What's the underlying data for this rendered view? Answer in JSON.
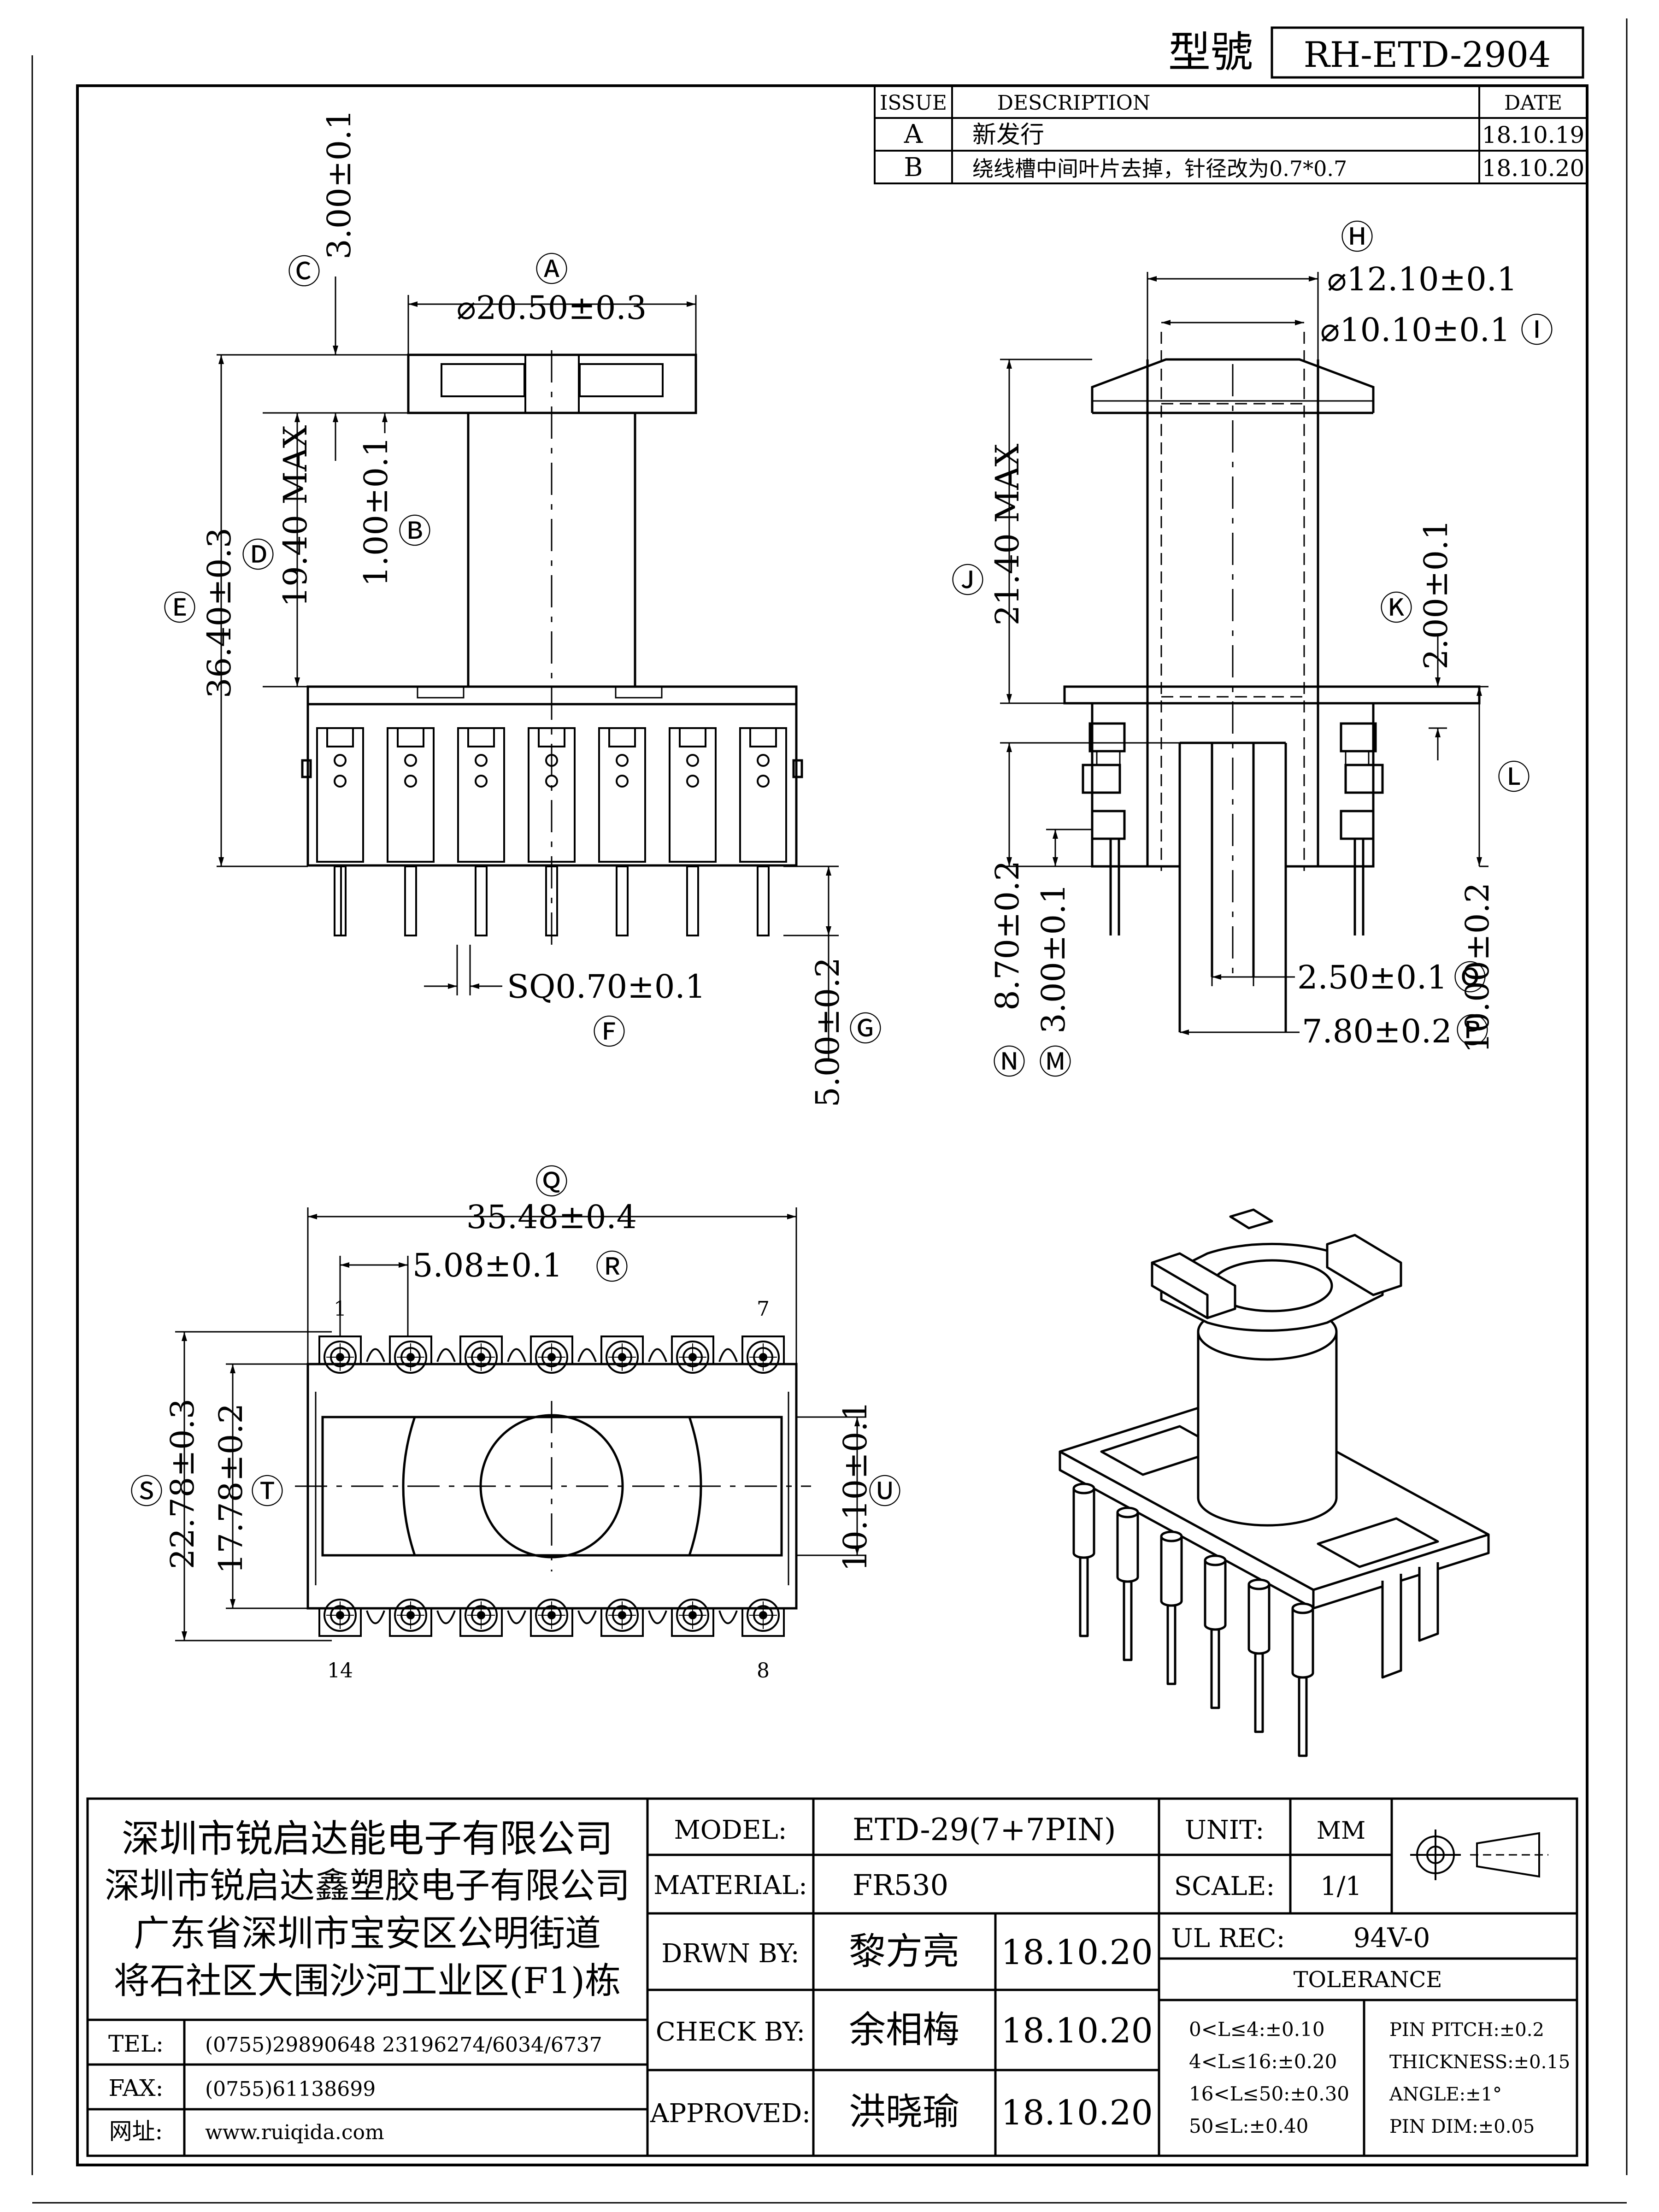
{
  "header": {
    "model_label": "型號",
    "model_value": "RH-ETD-2904"
  },
  "revisions": {
    "headers": [
      "ISSUE",
      "DESCRIPTION",
      "DATE"
    ],
    "rows": [
      {
        "issue": "A",
        "description": "新发行",
        "date": "18.10.19"
      },
      {
        "issue": "B",
        "description": "绕线槽中间叶片去掉，针径改为0.7*0.7",
        "date": "18.10.20"
      }
    ]
  },
  "front_view": {
    "A": {
      "ref": "Ⓐ",
      "text": "⌀20.50±0.3"
    },
    "B": {
      "ref": "Ⓑ",
      "text": "1.00±0.1"
    },
    "C": {
      "ref": "Ⓒ",
      "text": "3.00±0.1"
    },
    "D": {
      "ref": "Ⓓ",
      "text": "19.40 MAX"
    },
    "E": {
      "ref": "Ⓔ",
      "text": "36.40±0.3"
    },
    "F": {
      "ref": "Ⓕ",
      "text": "SQ0.70±0.1"
    },
    "G": {
      "ref": "Ⓖ",
      "text": "5.00±0.2"
    }
  },
  "side_view": {
    "H": {
      "ref": "Ⓗ",
      "text": "⌀12.10±0.1"
    },
    "I": {
      "ref": "Ⓘ",
      "text": "⌀10.10±0.1"
    },
    "J": {
      "ref": "Ⓙ",
      "text": "21.40 MAX"
    },
    "K": {
      "ref": "Ⓚ",
      "text": "2.00±0.1"
    },
    "L": {
      "ref": "Ⓛ",
      "text": ""
    },
    "M": {
      "ref": "Ⓜ",
      "text": "3.00±0.1"
    },
    "N": {
      "ref": "Ⓝ",
      "text": "8.70±0.2"
    },
    "O": {
      "ref": "Ⓞ",
      "text": "2.50±0.1"
    },
    "P": {
      "ref": "Ⓟ",
      "text": "7.80±0.2"
    },
    "L2": {
      "text": "10.00±0.2"
    }
  },
  "bottom_view": {
    "Q": {
      "ref": "Ⓠ",
      "text": "35.48±0.4"
    },
    "R": {
      "ref": "Ⓡ",
      "text": "5.08±0.1"
    },
    "S": {
      "ref": "Ⓢ",
      "text": "22.78±0.3"
    },
    "T": {
      "ref": "Ⓣ",
      "text": "17.78±0.2"
    },
    "U": {
      "ref": "Ⓤ",
      "text": "10.10±0.1"
    },
    "pin_labels": {
      "p1": "1",
      "p7": "7",
      "p14": "14",
      "p8": "8"
    }
  },
  "title_block": {
    "company_lines": [
      "深圳市锐启达能电子有限公司",
      "深圳市锐启达鑫塑胶电子有限公司",
      "广东省深圳市宝安区公明街道",
      "将石社区大围沙河工业区(F1)栋"
    ],
    "tel_label": "TEL:",
    "tel_value": "(0755)29890648  23196274/6034/6737",
    "fax_label": "FAX:",
    "fax_value": "(0755)61138699",
    "web_label": "网址:",
    "web_value": "www.ruiqida.com",
    "model_label": "MODEL:",
    "model_value": "ETD-29(7+7PIN)",
    "material_label": "MATERIAL:",
    "material_value": "FR530",
    "drawn_label": "DRWN BY:",
    "drawn_name": "黎方亮",
    "drawn_date": "18.10.20",
    "check_label": "CHECK BY:",
    "check_name": "余相梅",
    "check_date": "18.10.20",
    "approved_label": "APPROVED:",
    "approved_name": "洪晓瑜",
    "approved_date": "18.10.20",
    "unit_label": "UNIT:",
    "unit_value": "MM",
    "scale_label": "SCALE:",
    "scale_value": "1/1",
    "ul_label": "UL REC:",
    "ul_value": "94V-0",
    "tolerance_label": "TOLERANCE",
    "tolerances_left": [
      "0<L≤4:±0.10",
      "4<L≤16:±0.20",
      "16<L≤50:±0.30",
      "50≤L:±0.40"
    ],
    "tolerances_right": [
      "PIN PITCH:±0.2",
      "THICKNESS:±0.15",
      "ANGLE:±1°",
      "PIN DIM:±0.05"
    ]
  }
}
